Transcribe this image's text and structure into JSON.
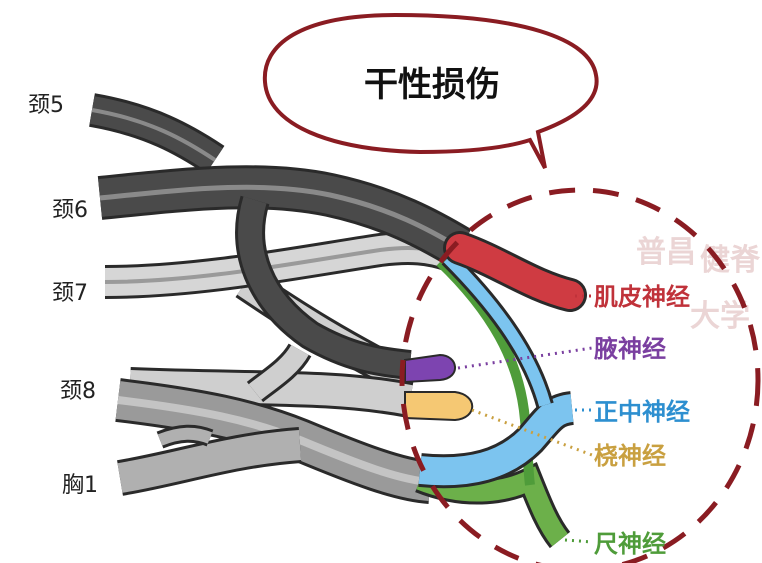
{
  "title": "干性损伤",
  "roots": [
    {
      "id": "c5",
      "label": "颈5"
    },
    {
      "id": "c6",
      "label": "颈6"
    },
    {
      "id": "c7",
      "label": "颈7"
    },
    {
      "id": "c8",
      "label": "颈8"
    },
    {
      "id": "t1",
      "label": "胸1"
    }
  ],
  "nerves": [
    {
      "id": "musculocutaneous",
      "label": "肌皮神经",
      "color": "#c0323a"
    },
    {
      "id": "axillary",
      "label": "腋神经",
      "color": "#7a3fa0"
    },
    {
      "id": "median",
      "label": "正中神经",
      "color": "#2d8fd0"
    },
    {
      "id": "radial",
      "label": "桡神经",
      "color": "#c9a040"
    },
    {
      "id": "ulnar",
      "label": "尺神经",
      "color": "#4f9c3a"
    }
  ],
  "colors": {
    "dark_trunk": "#4a4a4a",
    "mid_trunk": "#8c8c8c",
    "light_trunk": "#cfcfcf",
    "outline": "#2a2a2a",
    "bubble_border": "#8a1c22",
    "dashed_circle": "#8a1c22",
    "musculocutaneous_fill": "#cf3b42",
    "axillary_fill": "#7d44b0",
    "median_fill": "#7cc4ef",
    "radial_fill": "#f5c873",
    "ulnar_fill": "#6cb04a"
  },
  "watermark": {
    "line1": "普昌",
    "line2": "健脊",
    "line3": "大学"
  }
}
